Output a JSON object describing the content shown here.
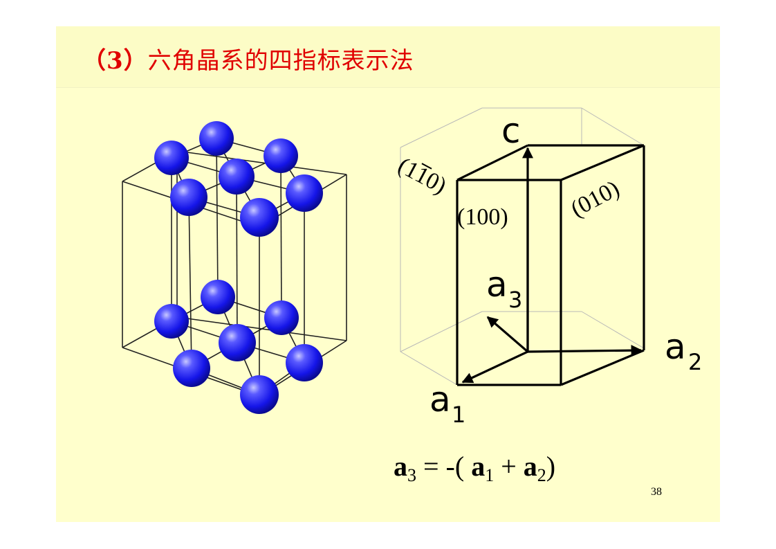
{
  "title": {
    "number": "（3）",
    "text": "六角晶系的四指标表示法"
  },
  "diagram": {
    "axis_c": "c",
    "axis_a1": "a",
    "axis_a1_sub": "1",
    "axis_a2": "a",
    "axis_a2_sub": "2",
    "axis_a3": "a",
    "axis_a3_sub": "3",
    "plane_110": "(1",
    "plane_110_bar": "1",
    "plane_110_end": "0)",
    "plane_100": "(100)",
    "plane_010": "(010)"
  },
  "formula": {
    "a3": "a",
    "a3_sub": "3",
    "equals": " = -( ",
    "a1": "a",
    "a1_sub": "1",
    "plus": " + ",
    "a2": "a",
    "a2_sub": "2",
    "close": ")"
  },
  "page_number": "38",
  "colors": {
    "title": "#e00000",
    "atom": "#1a1aff",
    "slide_bg": "#ffffcc"
  }
}
